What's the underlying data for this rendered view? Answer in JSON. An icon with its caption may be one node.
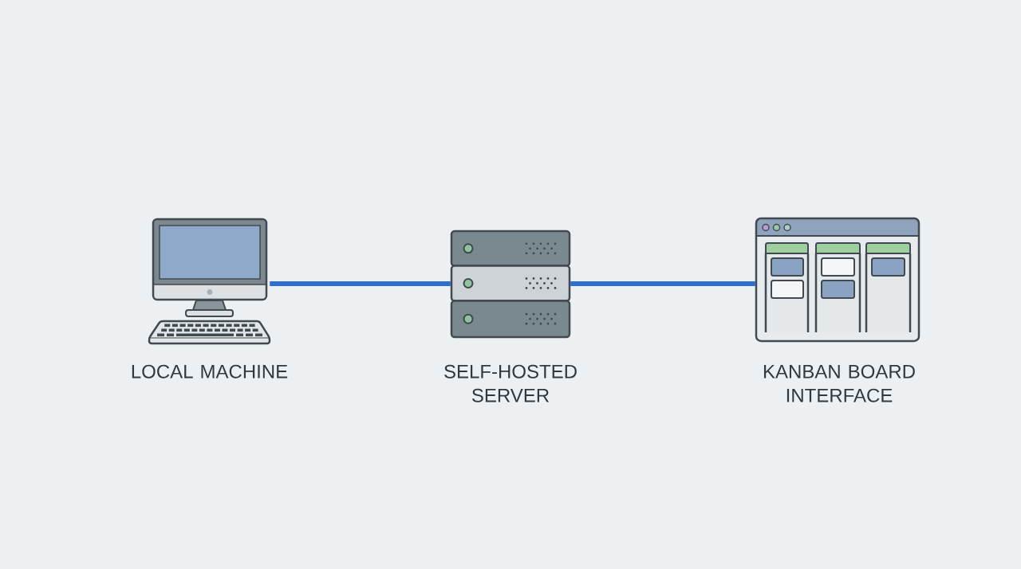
{
  "diagram": {
    "nodes": [
      {
        "text": [],
        "shape": "picture",
        "beside": [
          "LOCAL MACHINE"
        ]
      },
      {
        "text": [],
        "shape": "picture",
        "beside": [
          "SELF-HOSTED SERVER"
        ]
      },
      {
        "text": [],
        "shape": "picture",
        "beside": [
          "KANBAN BOARD INTERFACE"
        ]
      }
    ],
    "edges": [
      {
        "from": 0,
        "to": 1,
        "arrow": "none"
      },
      {
        "from": 1,
        "to": 2,
        "arrow": "none"
      }
    ]
  }
}
